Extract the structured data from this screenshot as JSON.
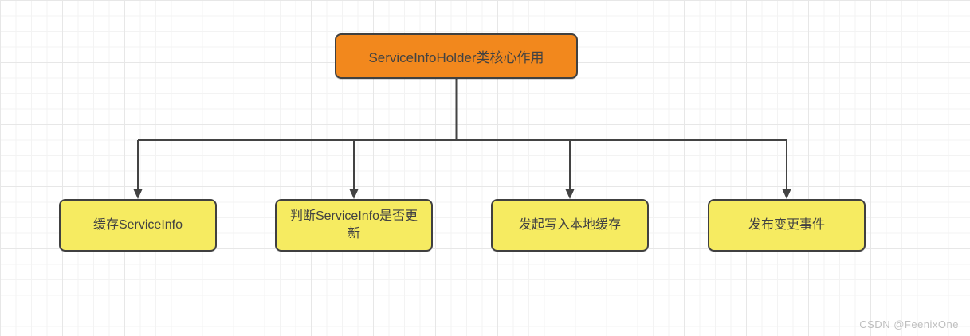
{
  "diagram": {
    "root": {
      "label": "ServiceInfoHolder类核心作用"
    },
    "children": [
      {
        "label": "缓存ServiceInfo"
      },
      {
        "label": "判断ServiceInfo是否更新"
      },
      {
        "label": "发起写入本地缓存"
      },
      {
        "label": "发布变更事件"
      }
    ]
  },
  "watermark": "CSDN @FeenixOne",
  "colors": {
    "root_fill": "#F2881D",
    "child_fill": "#F6EB61",
    "border": "#404040",
    "connector": "#434343",
    "text": "#424242",
    "watermark": "#BFBFBF"
  }
}
